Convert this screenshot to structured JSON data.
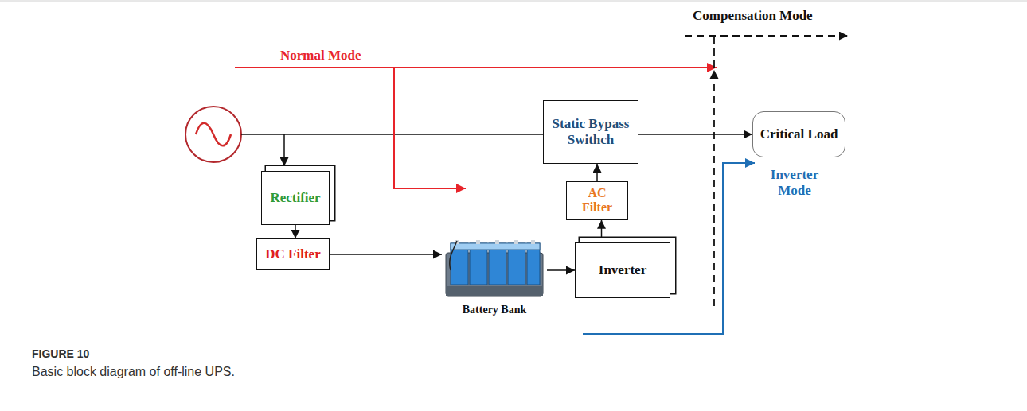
{
  "diagram": {
    "caption": "Basic block diagram of off-line UPS.",
    "nodes": [
      {
        "text": [
          "Static Bypass Swithch"
        ]
      },
      {
        "text": [
          "Critical Load"
        ]
      },
      {
        "text": [
          "Rectifier"
        ]
      },
      {
        "text": [
          "DC Filter"
        ]
      },
      {
        "text": [
          "Battery Bank"
        ]
      },
      {
        "text": [
          "Inverter"
        ]
      },
      {
        "text": [
          "AC Filter"
        ]
      }
    ],
    "edges": [
      {
        "from": 2,
        "to": 3,
        "arrow": "to"
      },
      {
        "from": 3,
        "to": 4,
        "arrow": "to"
      },
      {
        "from": 4,
        "to": 5,
        "arrow": "to"
      },
      {
        "from": 5,
        "to": 6,
        "arrow": "to"
      },
      {
        "from": 6,
        "to": 0,
        "arrow": "to"
      },
      {
        "from": 0,
        "to": 1,
        "arrow": "to"
      }
    ],
    "labels": [
      "Normal Mode",
      "Compensation Mode",
      "Inverter Mode",
      "FIGURE 10"
    ]
  }
}
